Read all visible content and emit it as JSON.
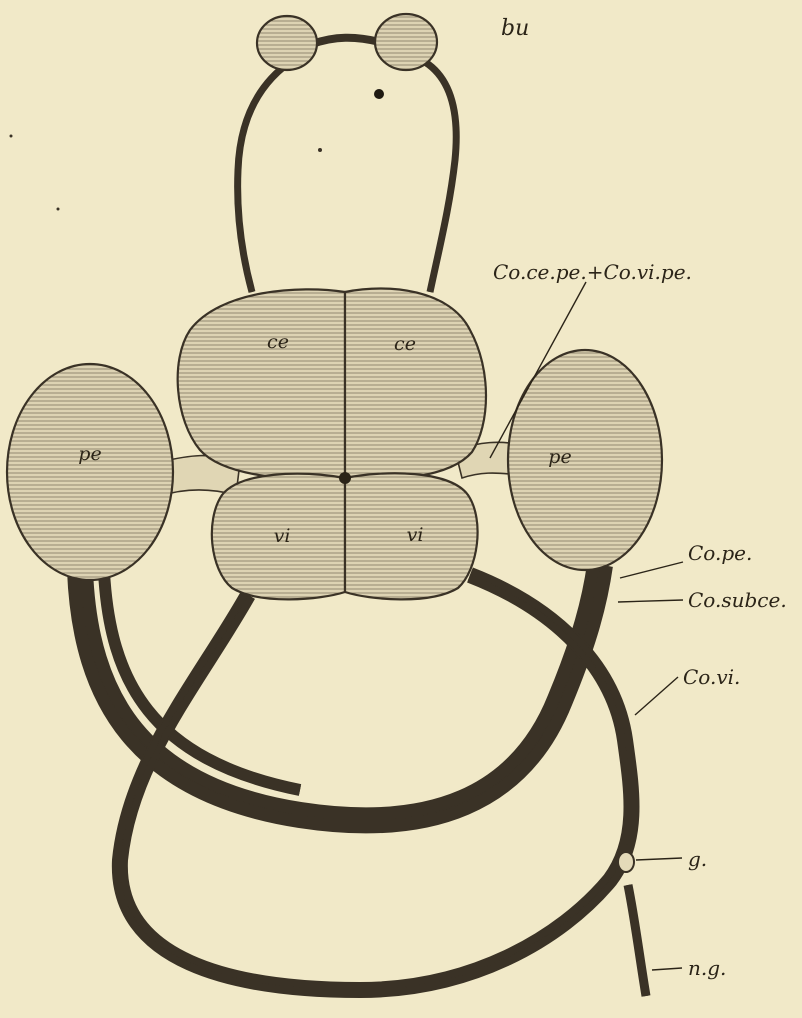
{
  "labels": {
    "bu": "bu",
    "ce_left": "ce",
    "ce_right": "ce",
    "pe_left": "pe",
    "pe_right": "pe",
    "vi_left": "vi",
    "vi_right": "vi",
    "co_ce_pe_vi_pe": "Co.ce.pe.+Co.vi.pe.",
    "co_pe": "Co.pe.",
    "co_subce": "Co.subce.",
    "co_vi": "Co.vi.",
    "g": "g.",
    "n_g": "n.g."
  },
  "colors": {
    "paper": "#f1e9c8",
    "ganglion_fill": "#ddd3b3",
    "ink": "#2b2418"
  }
}
